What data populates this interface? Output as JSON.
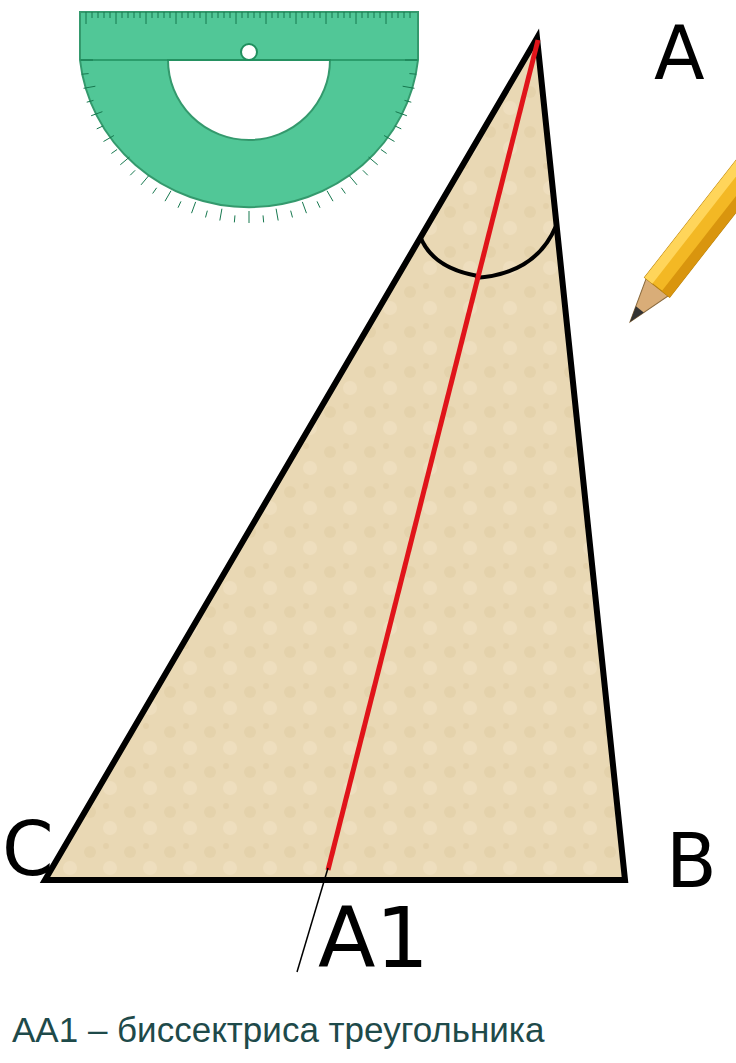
{
  "diagram": {
    "caption": "АА1 – биссектриса треугольника",
    "labels": [
      "A",
      "C",
      "A1",
      "B"
    ]
  }
}
